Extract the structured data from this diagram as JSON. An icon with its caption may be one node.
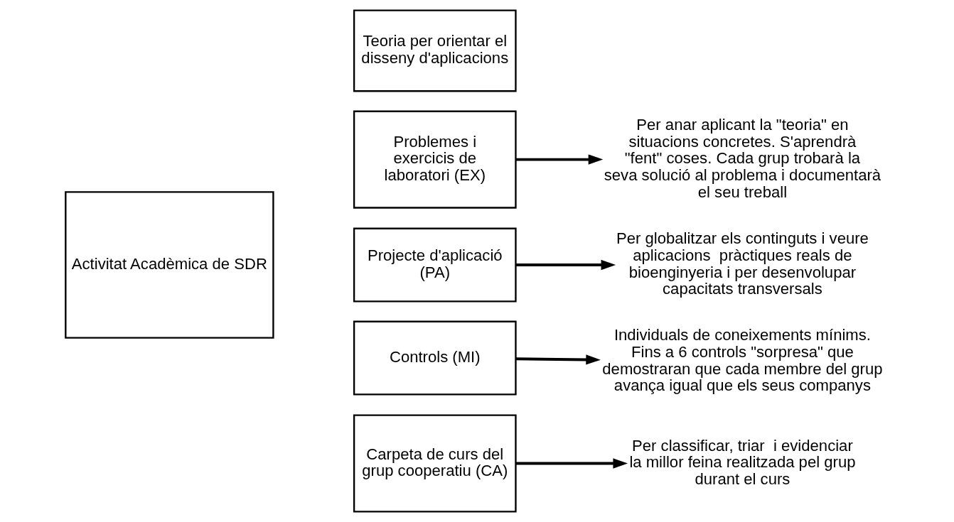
{
  "diagram": {
    "nodes": [
      {
        "text": [
          "Activitat Acadèmica de SDR"
        ]
      },
      {
        "text": [
          "Teoria per orientar el disseny d'aplicacions"
        ]
      },
      {
        "text": [
          "Problemes i exercicis de laboratori (EX)"
        ]
      },
      {
        "text": [
          "Projecte d'aplicació (PA)"
        ]
      },
      {
        "text": [
          "Controls (MI)"
        ]
      },
      {
        "text": [
          "Carpeta de curs del grup cooperatiu (CA)"
        ]
      },
      {
        "text": [
          "Per anar aplicant la \"teoria\" en situacions concretes. S'aprendrà \"fent\" coses. Cada grup trobarà la seva solució al problema i documentarà el seu treball"
        ]
      },
      {
        "text": [
          "Per globalitzar els continguts i veure aplicacions  pràctiques reals de bioenginyeria i per desenvolupar capacitats transversals"
        ]
      },
      {
        "text": [
          "Individuals de coneixements mínims. Fins a 6 controls \"sorpresa\" que demostraran que cada membre del grup avança igual que els seus companys"
        ]
      },
      {
        "text": [
          "Per classificar, triar  i evidenciar la millor feina realitzada pel grup durant el curs"
        ]
      }
    ],
    "edges": [
      {
        "from": 2,
        "to": 6,
        "arrow": "to"
      },
      {
        "from": 3,
        "to": 7,
        "arrow": "to"
      },
      {
        "from": 4,
        "to": 8,
        "arrow": "to"
      },
      {
        "from": 5,
        "to": 9,
        "arrow": "to"
      }
    ]
  }
}
